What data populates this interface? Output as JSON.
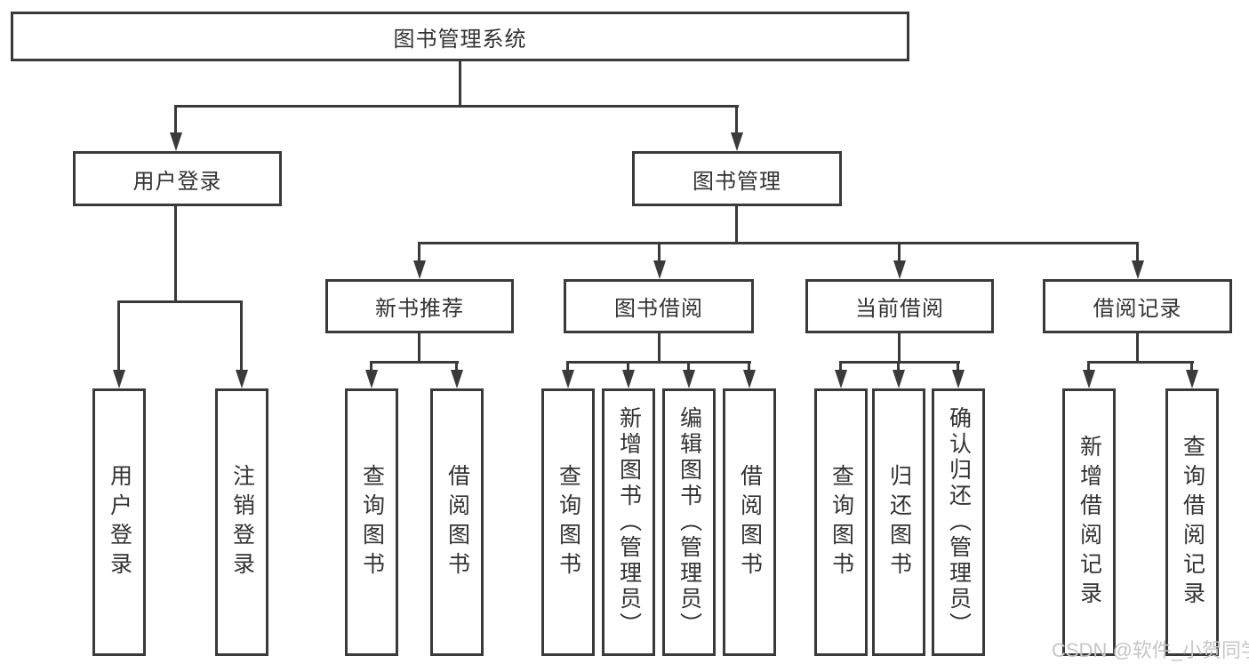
{
  "diagram": {
    "title": "图书管理系统",
    "tree": {
      "label": "图书管理系统",
      "children": [
        {
          "label": "用户登录",
          "children": [
            {
              "label": "用户登录"
            },
            {
              "label": "注销登录"
            }
          ]
        },
        {
          "label": "图书管理",
          "children": [
            {
              "label": "新书推荐",
              "children": [
                {
                  "label": "查询图书"
                },
                {
                  "label": "借阅图书"
                }
              ]
            },
            {
              "label": "图书借阅",
              "children": [
                {
                  "label": "查询图书"
                },
                {
                  "label": "新增图书（管理员）"
                },
                {
                  "label": "编辑图书（管理员）"
                },
                {
                  "label": "借阅图书"
                }
              ]
            },
            {
              "label": "当前借阅",
              "children": [
                {
                  "label": "查询图书"
                },
                {
                  "label": "归还图书"
                },
                {
                  "label": "确认归还（管理员）"
                }
              ]
            },
            {
              "label": "借阅记录",
              "children": [
                {
                  "label": "新增借阅记录"
                },
                {
                  "label": "查询借阅记录"
                }
              ]
            }
          ]
        }
      ]
    },
    "watermark": "CSDN @软件_小贺同学",
    "colors": {
      "line": "#3a3a3a",
      "text": "#333333",
      "background": "#ffffff",
      "watermark": "#c6c6c6"
    }
  }
}
